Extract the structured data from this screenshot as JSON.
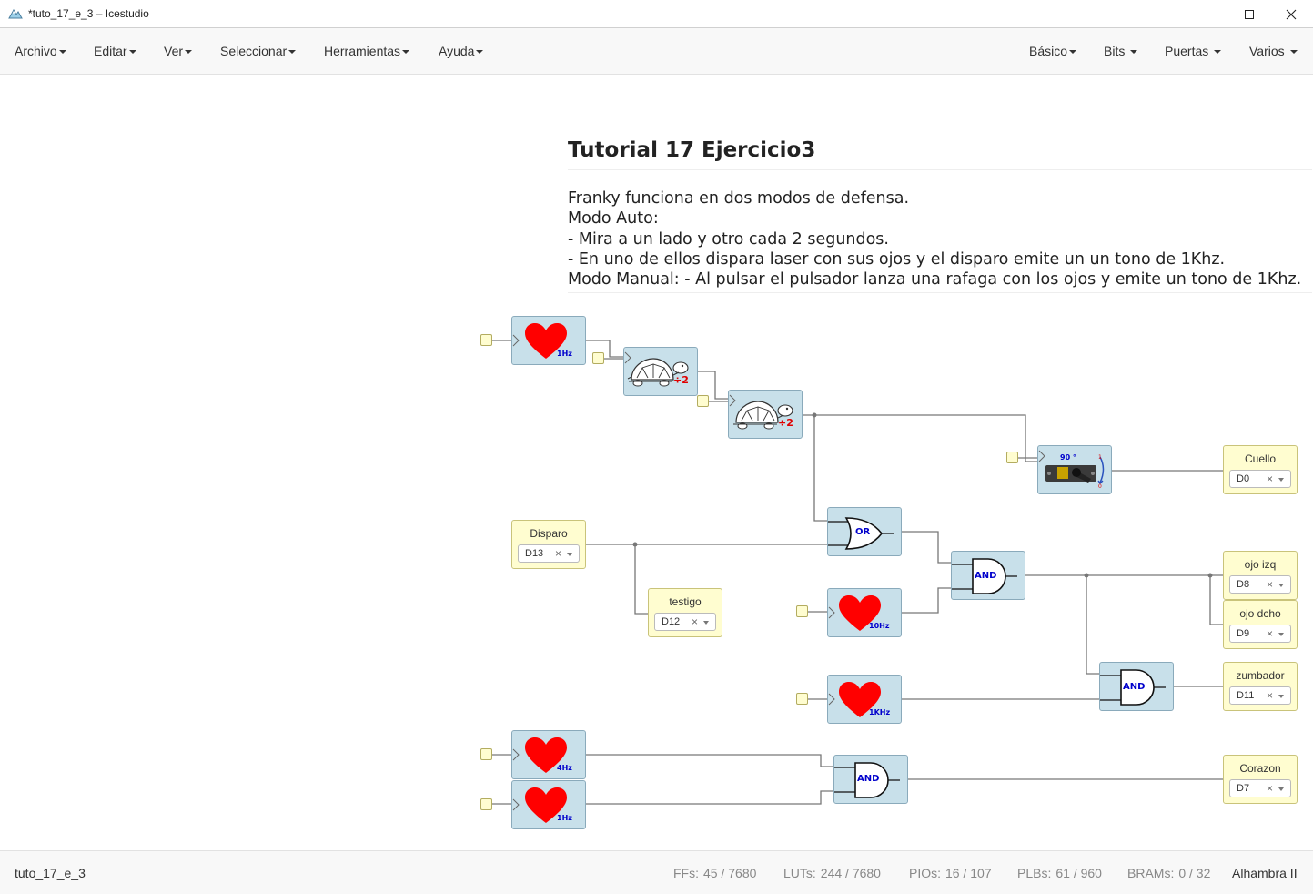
{
  "window": {
    "title": "*tuto_17_e_3 – Icestudio"
  },
  "menu": {
    "left": [
      "Archivo",
      "Editar",
      "Ver",
      "Seleccionar",
      "Herramientas",
      "Ayuda"
    ],
    "right": [
      "Básico",
      "Bits",
      "Puertas",
      "Varios"
    ]
  },
  "info": {
    "title": "Tutorial 17 Ejercicio3",
    "lines": [
      "Franky funciona en dos modos de defensa.",
      "Modo Auto:",
      "- Mira a un lado y otro cada 2 segundos.",
      "- En uno de ellos dispara laser con sus ojos y el disparo emite un un tono de 1Khz.",
      "Modo Manual: - Al pulsar el pulsador lanza una rafaga con los ojos y emite un tono de 1Khz."
    ]
  },
  "blocks": {
    "heart_1hz_top": "1Hz",
    "divider_1": "÷2",
    "divider_2": "÷2",
    "servo_angle": "90 °",
    "or_gate": "OR",
    "and_gate_1": "AND",
    "heart_10hz": "10Hz",
    "and_gate_2": "AND",
    "heart_1khz": "1KHz",
    "heart_4hz": "4Hz",
    "heart_1hz_bottom": "1Hz",
    "and_gate_3": "AND"
  },
  "ios": {
    "disparo": {
      "name": "Disparo",
      "pin": "D13"
    },
    "testigo": {
      "name": "testigo",
      "pin": "D12"
    },
    "cuello": {
      "name": "Cuello",
      "pin": "D0"
    },
    "ojo_izq": {
      "name": "ojo izq",
      "pin": "D8"
    },
    "ojo_dcho": {
      "name": "ojo dcho",
      "pin": "D9"
    },
    "zumbador": {
      "name": "zumbador",
      "pin": "D11"
    },
    "corazon": {
      "name": "Corazon",
      "pin": "D7"
    },
    "clear_symbol": "×"
  },
  "status": {
    "project": "tuto_17_e_3",
    "ffs_label": "FFs:",
    "ffs": "45 / 7680",
    "luts_label": "LUTs:",
    "luts": "244 / 7680",
    "pios_label": "PIOs:",
    "pios": "16 / 107",
    "plbs_label": "PLBs:",
    "plbs": "61 / 960",
    "brams_label": "BRAMs:",
    "brams": "0 / 32",
    "board": "Alhambra II"
  },
  "colors": {
    "block_bg": "#c8e0ea",
    "io_bg": "#fffdd0",
    "heart": "#ff0000",
    "gate_label": "#0000cc"
  }
}
